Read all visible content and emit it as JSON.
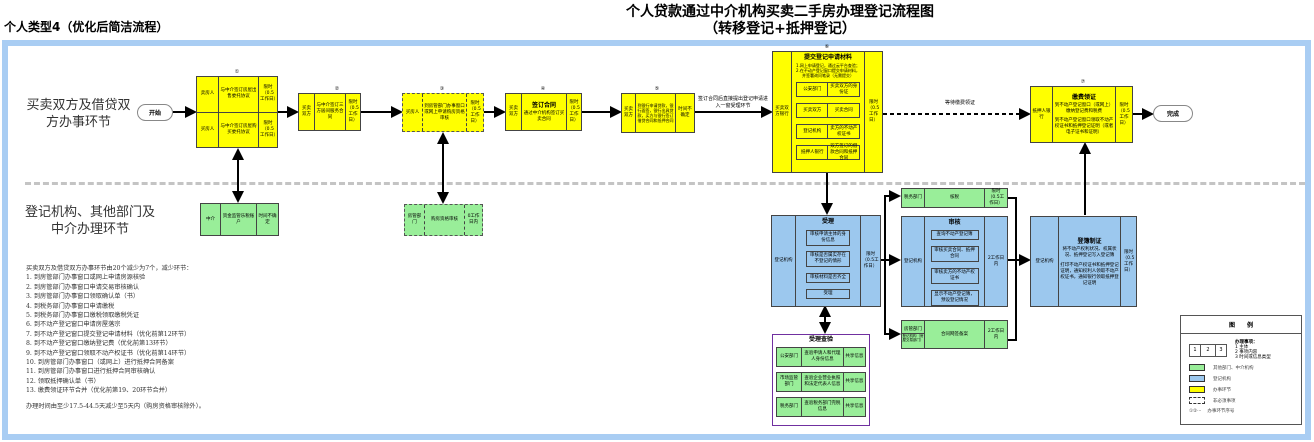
{
  "header": {
    "title": "个人贷款通过中介机构买卖二手房办理登记流程图",
    "title_line2": "（转移登记+抵押登记）",
    "subtitle_left": "个人类型4（优化后简洁流程）"
  },
  "lanes": {
    "top": "买卖双方及借贷双方办事环节",
    "bottom": "登记机构、其他部门及中介办理环节"
  },
  "start": "开始",
  "end": "完成",
  "step1": {
    "num": "①",
    "rows": [
      {
        "actor": "卖房人",
        "content": "与中介签订房屋出售委托协议",
        "time": "限时（0.5工作日）"
      },
      {
        "actor": "买房人",
        "content": "与中介签订房屋购买委托协议",
        "time": "限时（0.5工作日）"
      }
    ]
  },
  "step2": {
    "num": "②",
    "actor": "买卖双方",
    "content": "与中介签订三方居间服务合同",
    "time": "限时（0.5工作日）"
  },
  "step3": {
    "num": "③",
    "actor": "买房人",
    "content": "到房管部门办事窗口或网上申请购房资格审核",
    "time": "限时（0.5工作日）"
  },
  "step4": {
    "num": "④",
    "actor": "买卖双方",
    "title": "签订合同",
    "content": "通过中介机构签订买卖合同",
    "time": "限时（0.5工作日）"
  },
  "step5": {
    "num": "⑤",
    "actor": "买卖双方",
    "content": "到银行申请贷款，银行面签，银行出具贷款，买方与银行签订借贷合同和抵押合同",
    "time": "时间不确定"
  },
  "arrow_label_apply": "签订合同后直接提出登记申请进入一窗受理环节",
  "step6": {
    "num": "⑥",
    "actor": "买卖双方银行",
    "title": "提交登记申请材料",
    "content": "1.网上申请登记，通过云平台查验；2.在不动产登记窗口提交申请材料，并签署询问笔录（无需提交）",
    "items": [
      {
        "dept": "公安部门",
        "doc": "买卖双方的身份证"
      },
      {
        "dept": "买卖双方",
        "doc": "买卖合同"
      },
      {
        "dept": "登记机构",
        "doc": "卖方的不动产权证书"
      },
      {
        "dept": "抵押人银行",
        "doc": "双方签订的借款合同和抵押合同"
      }
    ],
    "time": "限时（0.5工作日）"
  },
  "arrow_label_wait": "等待缴费领证",
  "step7": {
    "num": "⑦",
    "actor": "抵押人银行",
    "title": "缴费领证",
    "content1": "到不动产登记窗口（或网上）缴纳登记费和税费",
    "content2": "到不动产登记窗口领取不动产权证书和抵押登记证明（或者电子证书和证明）",
    "time": "限时（0.5工作日）"
  },
  "agency": {
    "actor": "中介",
    "content": "资金监管乐税账户",
    "time": "时间不确定"
  },
  "housing_check": {
    "actor": "房管部门",
    "content": "购房资格审核",
    "time": "0工作日内"
  },
  "accept": {
    "actor": "登记机构",
    "title": "受理",
    "items": [
      "审核申请主体的身份信息",
      "审核是否属实存在不登记的情形",
      "审核材料是否齐全",
      "受理"
    ],
    "time": "限时（0.5工作日）"
  },
  "verify": {
    "title": "受理查验",
    "rows": [
      {
        "dept": "公安部门",
        "content": "查验申请人和代理人身份信息",
        "type": "共享信息"
      },
      {
        "dept": "市场监管部门",
        "content": "查验企业营业执照和法定代表人信息",
        "type": "共享信息"
      },
      {
        "dept": "税务部门",
        "content": "查验税务部门完税信息",
        "type": "共享信息"
      }
    ]
  },
  "tax": {
    "actor": "税务部门",
    "content": "核税",
    "time": "限时（0.5工作日）"
  },
  "review": {
    "actor": "登记机构",
    "title": "审核",
    "items": [
      "查询不动产登记簿",
      "审核买卖合同、抵押合同",
      "审核卖方的不动产权证书",
      "显示不动产登记簿，预设登记情况"
    ],
    "time": "2工作日内"
  },
  "contract": {
    "actor": "房管部门",
    "actor2": "登记机构（房屋交易部门）",
    "content": "合同网签备案",
    "time": "2工作日内"
  },
  "register": {
    "actor": "登记机构",
    "title": "登簿制证",
    "content1": "将不动产权利状况、权属状况、抵押登记写入登记簿",
    "content2": "打印不动产权证书和抵押登记证明，通知权利人领取不动产权证书，通知银行领取抵押登记证明",
    "time": "限时（0.5工作日）"
  },
  "notes": [
    "买卖双方及借贷双方办事环节由20个减少为7个，减少环节：",
    "1. 到房管部门办事窗口或网上申请房源核验",
    "2. 到房管部门办事窗口申请交易审核确认",
    "3. 到房管部门办事窗口领取确认单（书）",
    "4. 到税务部门办事窗口申请缴税",
    "5. 到税务部门办事窗口缴税领取缴税凭证",
    "6. 到不动产登记窗口申请房屋落宗",
    "7. 到不动产登记窗口提交登记申请材料（优化前第12环节）",
    "8. 到不动产登记窗口缴纳登记费（优化前第13环节）",
    "9. 到不动产登记窗口领取不动产权证书（优化前第14环节）",
    "10. 到房管部门办事窗口（或网上）进行抵押合同备案",
    "11. 到房管部门办事窗口进行抵押合同审核确认",
    "12. 领取抵押确认单（书）",
    "13. 缴费领证环节合并（优化前第19、20环节合并）"
  ],
  "notes_footer": "办理时间由至少17.5-44.5天减少至5天内（购房资格审核除外）。",
  "legend": {
    "title": "图　　例",
    "box_cells": [
      "1",
      "2",
      "3"
    ],
    "box_desc_title": "办理事项：",
    "box_desc": [
      "1 主体",
      "2 事项内容",
      "3 时间或信息类型"
    ],
    "green": "其他部门、中介机构",
    "blue": "登记机构",
    "yellow": "办事环节",
    "dashed": "非必须事项",
    "seq": "办事环节序号",
    "seq_symbol": "①②···"
  },
  "colors": {
    "yellow": "#ffff00",
    "green": "#99ee99",
    "blue": "#9cc8ee",
    "frame": "#a9cdf3",
    "purple": "#7030a0"
  }
}
